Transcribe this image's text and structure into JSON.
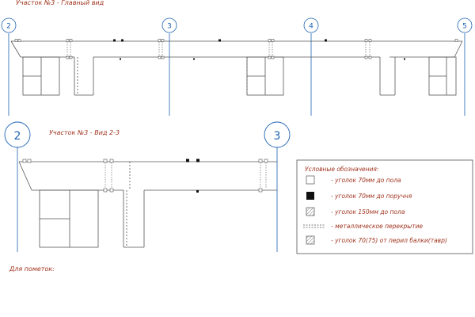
{
  "views": {
    "main_title": "Участок №3 - Главный вид",
    "second_title": "Участок №3 - Вид 2-3",
    "notes_label": "Для пометок:"
  },
  "axes_main": [
    "2",
    "3",
    "4",
    "5"
  ],
  "axes_second": [
    "2",
    "3"
  ],
  "legend": {
    "title": "Условные обозначения:",
    "items": [
      {
        "symbol": "empty-square",
        "text": "- уголок 70мм до пола"
      },
      {
        "symbol": "filled-square",
        "text": "- уголок 70мм до поручня"
      },
      {
        "symbol": "hatched-square",
        "text": "- уголок 150мм до пола"
      },
      {
        "symbol": "dashed-lines",
        "text": "- металлическое перекрытие"
      },
      {
        "symbol": "hatched-square",
        "text": "- уголок 70(75) от перил балки(тавр)"
      }
    ]
  },
  "colors": {
    "axis_blue": "#1d63b3",
    "label_red": "#a0341f",
    "line": "#555555"
  }
}
